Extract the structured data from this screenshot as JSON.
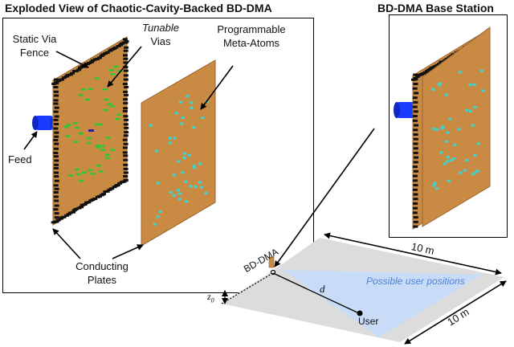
{
  "titles": {
    "left": "Exploded View of Chaotic-Cavity-Backed BD-DMA",
    "right": "BD-DMA Base Station"
  },
  "labels": {
    "static_via_1": "Static Via",
    "static_via_2": "Fence",
    "tunable_1": "Tunable",
    "tunable_2": "Vias",
    "prog_1": "Programmable",
    "prog_2": "Meta-Atoms",
    "feed": "Feed",
    "conducting_1": "Conducting",
    "conducting_2": "Plates"
  },
  "scene": {
    "bd_dma": "BD-DMA",
    "possible_positions": "Possible user positions",
    "dim_top": "10 m",
    "dim_right": "10 m",
    "distance": "d",
    "height": "z",
    "height_sub": "0",
    "user": "User"
  },
  "colors": {
    "plate": "#c98a44",
    "plate_edge": "#9a6430",
    "meta_atom": "#37d6d8",
    "tunable_via": "#2ec82e",
    "static_via": "#111111",
    "feed": "#1a3cff",
    "floor": "#dcdcdc",
    "user_region": "#c9dcf7",
    "region_text": "#4c82d6"
  }
}
